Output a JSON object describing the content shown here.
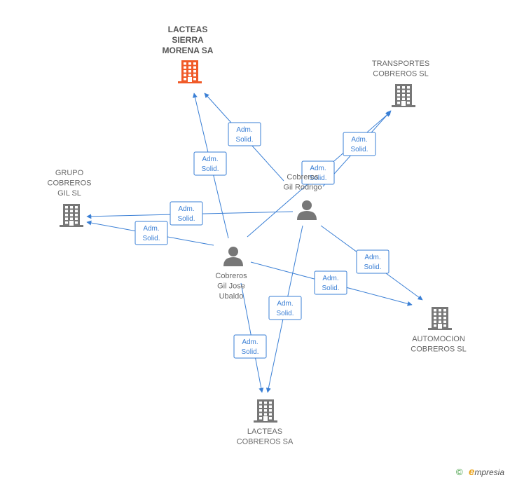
{
  "diagram": {
    "colors": {
      "edge": "#3a7fd5",
      "company": "#777777",
      "company_highlight": "#f05a28",
      "person": "#777777"
    },
    "nodes": [
      {
        "id": "lacteas_sierra",
        "type": "company",
        "highlight": true,
        "lines": [
          "LACTEAS",
          "SIERRA",
          "MORENA SA"
        ]
      },
      {
        "id": "transportes",
        "type": "company",
        "highlight": false,
        "lines": [
          "TRANSPORTES",
          "COBREROS SL"
        ]
      },
      {
        "id": "grupo",
        "type": "company",
        "highlight": false,
        "lines": [
          "GRUPO",
          "COBREROS",
          "GIL SL"
        ]
      },
      {
        "id": "rodrigo",
        "type": "person",
        "highlight": false,
        "lines": [
          "Cobreros",
          "Gil Rodrigo"
        ]
      },
      {
        "id": "jose",
        "type": "person",
        "highlight": false,
        "lines": [
          "Cobreros",
          "Gil Jose",
          "Ubaldo"
        ]
      },
      {
        "id": "automocion",
        "type": "company",
        "highlight": false,
        "lines": [
          "AUTOMOCION",
          "COBREROS  SL"
        ]
      },
      {
        "id": "lacteas_cobreros",
        "type": "company",
        "highlight": false,
        "lines": [
          "LACTEAS",
          "COBREROS SA"
        ]
      }
    ],
    "edges": [
      {
        "from": "rodrigo",
        "to": "lacteas_sierra",
        "label": [
          "Adm.",
          "Solid."
        ]
      },
      {
        "from": "jose",
        "to": "lacteas_sierra",
        "label": [
          "Adm.",
          "Solid."
        ]
      },
      {
        "from": "jose",
        "to": "transportes",
        "label": [
          "Adm.",
          "Solid."
        ]
      },
      {
        "from": "rodrigo",
        "to": "transportes",
        "label": [
          "Adm.",
          "Solid."
        ]
      },
      {
        "from": "rodrigo",
        "to": "grupo",
        "label": [
          "Adm.",
          "Solid."
        ]
      },
      {
        "from": "jose",
        "to": "grupo",
        "label": [
          "Adm.",
          "Solid."
        ]
      },
      {
        "from": "rodrigo",
        "to": "automocion",
        "label": [
          "Adm.",
          "Solid."
        ]
      },
      {
        "from": "jose",
        "to": "automocion",
        "label": [
          "Adm.",
          "Solid."
        ]
      },
      {
        "from": "rodrigo",
        "to": "lacteas_cobreros",
        "label": [
          "Adm.",
          "Solid."
        ]
      },
      {
        "from": "jose",
        "to": "lacteas_cobreros",
        "label": [
          "Adm.",
          "Solid."
        ]
      }
    ]
  },
  "footer": {
    "copyright": "©",
    "brand_initial": "e",
    "brand_rest": "mpresia"
  }
}
